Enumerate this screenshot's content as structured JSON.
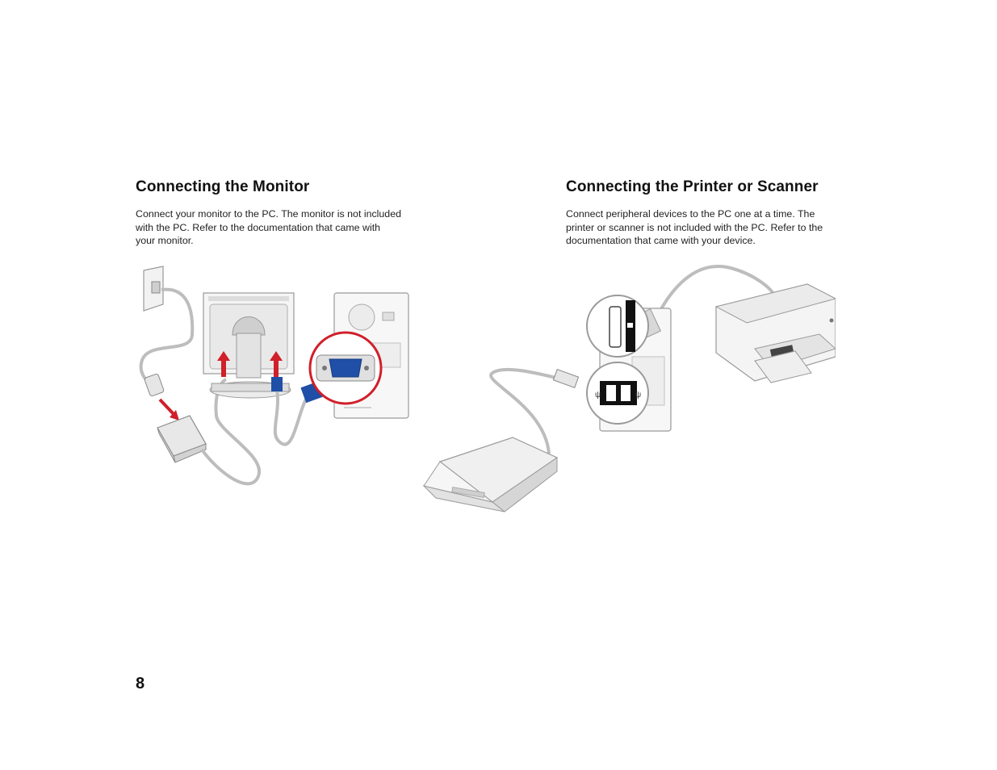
{
  "monitor_section": {
    "title": "Connecting the Monitor",
    "body": "Connect your monitor to the PC. The monitor is not included with the PC. Refer to the documentation that came with your monitor."
  },
  "printer_section": {
    "title": "Connecting the Printer or Scanner",
    "body": "Connect peripheral devices to the PC one at a time. The printer or scanner is not included with the PC. Refer to the documentation that came with your device."
  },
  "page_number": "8",
  "colors": {
    "callout_ring": "#d0202a",
    "vga_connector": "#1f4fa6",
    "arrow": "#d0202a",
    "cable": "#bdbdbd",
    "device_outline": "#9a9a9a"
  },
  "icons": [
    "wall-outlet-icon",
    "monitor-back-icon",
    "pc-tower-icon",
    "vga-port-icon",
    "ac-adapter-icon",
    "printer-icon",
    "scanner-icon",
    "parallel-port-icon",
    "usb-port-icon"
  ]
}
